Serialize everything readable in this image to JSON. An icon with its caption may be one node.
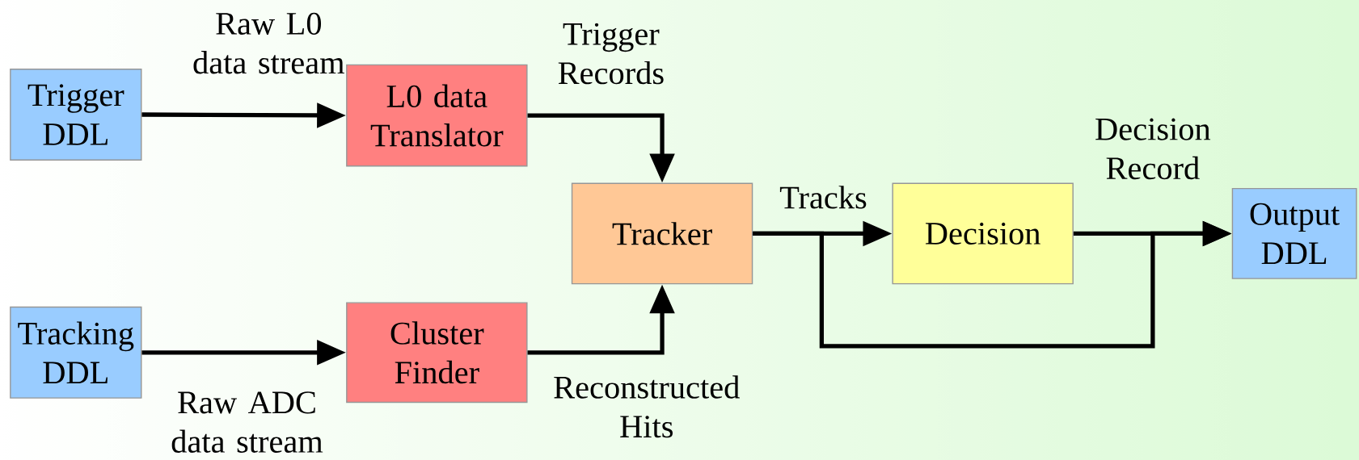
{
  "diagram": {
    "nodes": [
      {
        "text": [
          "Trigger DDL"
        ]
      },
      {
        "text": [
          "L0 data Translator"
        ]
      },
      {
        "text": [
          "Tracker"
        ]
      },
      {
        "text": [
          "Cluster Finder"
        ]
      },
      {
        "text": [
          "Tracking DDL"
        ]
      },
      {
        "text": [
          "Decision"
        ]
      },
      {
        "text": [
          "Output DDL"
        ]
      }
    ],
    "edges": [
      {
        "from": 0,
        "to": 1,
        "arrow": "to",
        "label": "Raw L0 data stream"
      },
      {
        "from": 1,
        "to": 2,
        "arrow": "to",
        "label": "Trigger Records"
      },
      {
        "from": 4,
        "to": 3,
        "arrow": "to",
        "label": "Raw ADC data stream"
      },
      {
        "from": 3,
        "to": 2,
        "arrow": "to",
        "label": "Reconstructed Hits"
      },
      {
        "from": 2,
        "to": 5,
        "arrow": "to",
        "label": "Tracks"
      },
      {
        "from": 5,
        "to": 6,
        "arrow": "to",
        "label": "Decision Record"
      },
      {
        "from": 2,
        "to": 6,
        "arrow": "to"
      }
    ]
  }
}
